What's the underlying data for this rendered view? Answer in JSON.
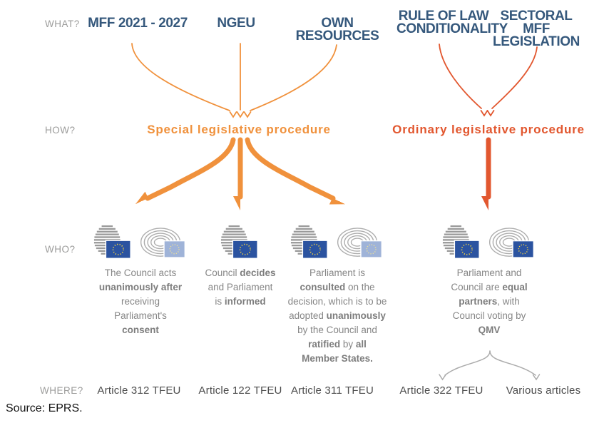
{
  "colors": {
    "header_blue": "#35587C",
    "label_gray": "#9C9C9B",
    "orange": "#F0913C",
    "red_orange": "#E2572F",
    "body_gray": "#868686",
    "where_gray": "#4D4D4D",
    "source_black": "#151515",
    "flag_blue": "#2B53A0",
    "flag_blue_faded": "#9FB3D8",
    "star_yellow": "#F5D33F",
    "icon_gray": "#9A9A9A",
    "arrow_gray": "#ABABAB"
  },
  "row_labels": {
    "what": "WHAT?",
    "how": "HOW?",
    "who": "WHO?",
    "where": "WHERE?"
  },
  "what_items": [
    {
      "label": "MFF 2021 - 2027"
    },
    {
      "label": "NGEU"
    },
    {
      "label": "OWN RESOURCES"
    },
    {
      "label": "RULE OF LAW CONDITIONALITY"
    },
    {
      "label": "SECTORAL MFF LEGISLATION"
    }
  ],
  "procedures": [
    {
      "label": "Special legislative procedure"
    },
    {
      "label": "Ordinary legislative procedure"
    }
  ],
  "who_blocks": [
    {
      "icons": [
        "council",
        "parliament_faded"
      ],
      "segments": [
        {
          "t": "The Council acts",
          "b": false
        },
        {
          "br": true
        },
        {
          "t": "unanimously after",
          "b": true
        },
        {
          "br": true
        },
        {
          "t": "receiving",
          "b": false
        },
        {
          "br": true
        },
        {
          "t": "Parliament's",
          "b": false
        },
        {
          "br": true
        },
        {
          "t": "consent",
          "b": true
        }
      ]
    },
    {
      "icons": [
        "council"
      ],
      "segments": [
        {
          "t": "Council ",
          "b": false
        },
        {
          "t": "decides",
          "b": true
        },
        {
          "br": true
        },
        {
          "t": "and Parliament",
          "b": false
        },
        {
          "br": true
        },
        {
          "t": "is ",
          "b": false
        },
        {
          "t": "informed",
          "b": true
        }
      ]
    },
    {
      "icons": [
        "council",
        "parliament_faded"
      ],
      "segments": [
        {
          "t": "Parliament is",
          "b": false
        },
        {
          "br": true
        },
        {
          "t": "consulted",
          "b": true
        },
        {
          "t": " on the",
          "b": false
        },
        {
          "br": true
        },
        {
          "t": "decision, which is to be",
          "b": false
        },
        {
          "br": true
        },
        {
          "t": "adopted ",
          "b": false
        },
        {
          "t": "unanimously",
          "b": true
        },
        {
          "br": true
        },
        {
          "t": "by the Council and",
          "b": false
        },
        {
          "br": true
        },
        {
          "t": "ratified",
          "b": true
        },
        {
          "t": " by ",
          "b": false
        },
        {
          "t": "all",
          "b": true
        },
        {
          "br": true
        },
        {
          "t": "Member States.",
          "b": true
        }
      ]
    },
    {
      "icons": [
        "council",
        "parliament"
      ],
      "segments": [
        {
          "t": "Parliament and",
          "b": false
        },
        {
          "br": true
        },
        {
          "t": "Council are ",
          "b": false
        },
        {
          "t": "equal",
          "b": true
        },
        {
          "br": true
        },
        {
          "t": "partners",
          "b": true
        },
        {
          "t": ", with",
          "b": false
        },
        {
          "br": true
        },
        {
          "t": "Council voting by",
          "b": false
        },
        {
          "br": true
        },
        {
          "t": "QMV",
          "b": true
        }
      ]
    }
  ],
  "where_items": [
    "Article 312 TFEU",
    "Article 122 TFEU",
    "Article 311 TFEU",
    "Article 322 TFEU",
    "Various articles"
  ],
  "source": "Source: EPRS."
}
